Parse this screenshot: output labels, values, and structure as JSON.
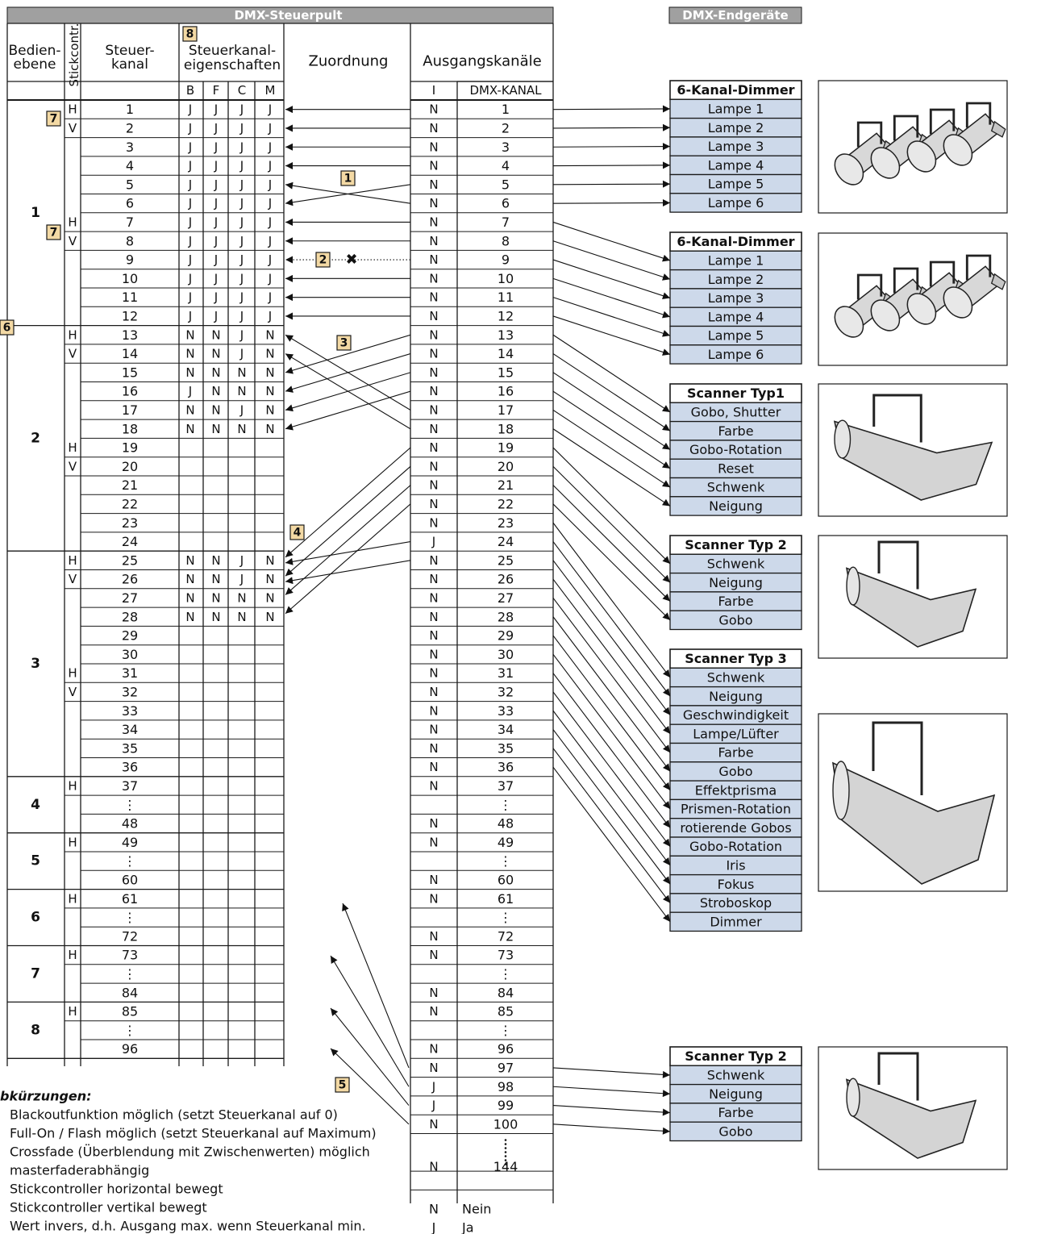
{
  "title_left": "DMX-Steuerpult",
  "title_right": "DMX-Endgeräte",
  "col_headers": {
    "ebene": [
      "Bedien-",
      "ebene"
    ],
    "stick": "Stickcontr.",
    "steuer": [
      "Steuer-",
      "kanal"
    ],
    "eig": [
      "Steuerkanal-",
      "eigenschaften"
    ],
    "eig_sub": [
      "B",
      "F",
      "C",
      "M"
    ],
    "zuord": "Zuordnung",
    "ausg": "Ausgangskanäle",
    "ausg_sub": [
      "I",
      "DMX-KANAL"
    ]
  },
  "markers": {
    "m1": "1",
    "m2": "2",
    "m3": "3",
    "m4": "4",
    "m5": "5",
    "m6": "6",
    "m7": "7",
    "m8": "8"
  },
  "levels": [
    "1",
    "2",
    "3",
    "4",
    "5",
    "6",
    "7",
    "8"
  ],
  "hv": [
    "H",
    "V"
  ],
  "dots": "⋮",
  "props": [
    [
      "J",
      "J",
      "J",
      "J"
    ],
    [
      "J",
      "J",
      "J",
      "J"
    ],
    [
      "J",
      "J",
      "J",
      "J"
    ],
    [
      "J",
      "J",
      "J",
      "J"
    ],
    [
      "J",
      "J",
      "J",
      "J"
    ],
    [
      "J",
      "J",
      "J",
      "J"
    ],
    [
      "J",
      "J",
      "J",
      "J"
    ],
    [
      "J",
      "J",
      "J",
      "J"
    ],
    [
      "J",
      "J",
      "J",
      "J"
    ],
    [
      "J",
      "J",
      "J",
      "J"
    ],
    [
      "J",
      "J",
      "J",
      "J"
    ],
    [
      "J",
      "J",
      "J",
      "J"
    ],
    [
      "N",
      "N",
      "J",
      "N"
    ],
    [
      "N",
      "N",
      "J",
      "N"
    ],
    [
      "N",
      "N",
      "N",
      "N"
    ],
    [
      "J",
      "N",
      "N",
      "N"
    ],
    [
      "N",
      "N",
      "J",
      "N"
    ],
    [
      "N",
      "N",
      "N",
      "N"
    ],
    [
      "",
      "",
      "",
      ""
    ],
    [
      "",
      "",
      "",
      ""
    ],
    [
      "",
      "",
      "",
      ""
    ],
    [
      "",
      "",
      "",
      ""
    ],
    [
      "",
      "",
      "",
      ""
    ],
    [
      "",
      "",
      "",
      ""
    ],
    [
      "N",
      "N",
      "J",
      "N"
    ],
    [
      "N",
      "N",
      "J",
      "N"
    ],
    [
      "N",
      "N",
      "N",
      "N"
    ],
    [
      "N",
      "N",
      "N",
      "N"
    ]
  ],
  "out_i": {
    "24": "J",
    "98": "J",
    "99": "J"
  },
  "devices": [
    {
      "title": "6-Kanal-Dimmer",
      "items": [
        "Lampe 1",
        "Lampe 2",
        "Lampe 3",
        "Lampe 4",
        "Lampe 5",
        "Lampe 6"
      ]
    },
    {
      "title": "6-Kanal-Dimmer",
      "items": [
        "Lampe 1",
        "Lampe 2",
        "Lampe 3",
        "Lampe 4",
        "Lampe 5",
        "Lampe 6"
      ]
    },
    {
      "title": "Scanner Typ1",
      "items": [
        "Gobo, Shutter",
        "Farbe",
        "Gobo-Rotation",
        "Reset",
        "Schwenk",
        "Neigung"
      ]
    },
    {
      "title": "Scanner Typ 2",
      "items": [
        "Schwenk",
        "Neigung",
        "Farbe",
        "Gobo"
      ]
    },
    {
      "title": "Scanner Typ 3",
      "items": [
        "Schwenk",
        "Neigung",
        "Geschwindigkeit",
        "Lampe/Lüfter",
        "Farbe",
        "Gobo",
        "Effektprisma",
        "Prismen-Rotation",
        "rotierende Gobos",
        "Gobo-Rotation",
        "Iris",
        "Fokus",
        "Stroboskop",
        "Dimmer"
      ]
    },
    {
      "title": "Scanner Typ 2",
      "items": [
        "Schwenk",
        "Neigung",
        "Farbe",
        "Gobo"
      ]
    }
  ],
  "legend_title": "bkürzungen:",
  "legend": [
    {
      "key": "",
      "text": "Blackoutfunktion möglich (setzt Steuerkanal auf 0)"
    },
    {
      "key": "",
      "text": "Full-On / Flash möglich (setzt Steuerkanal auf Maximum)"
    },
    {
      "key": "",
      "text": "Crossfade (Überblendung mit Zwischenwerten) möglich"
    },
    {
      "key": "",
      "text": "masterfaderabhängig"
    },
    {
      "key": "",
      "text": "Stickcontroller horizontal bewegt"
    },
    {
      "key": "",
      "text": "Stickcontroller vertikal bewegt"
    },
    {
      "key": "",
      "text": "Wert invers, d.h. Ausgang max. wenn Steuerkanal  min."
    }
  ],
  "legend_nj": [
    {
      "key": "N",
      "text": "Nein"
    },
    {
      "key": "J",
      "text": "Ja"
    }
  ],
  "colors": {
    "header": "#a0a0a0",
    "device": "#cdd9ea",
    "marker": "#f3d9a4",
    "grid": "#1a1a1a"
  }
}
